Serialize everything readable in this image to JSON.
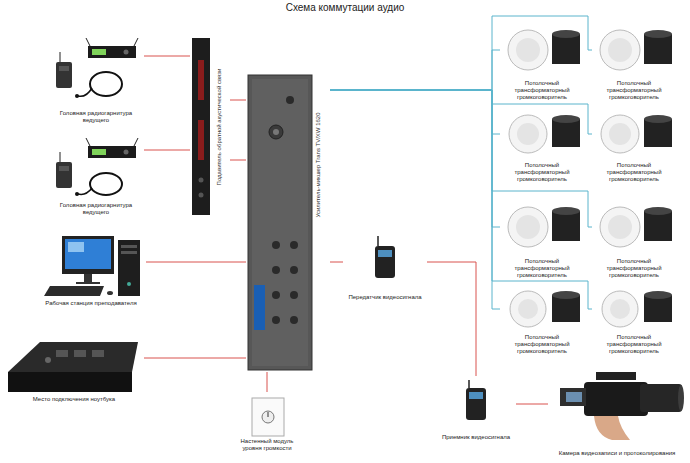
{
  "diagram": {
    "title": "Схема коммутации аудио",
    "nodes": [
      {
        "text": [
          "Головная радиогарнитура ведущего"
        ]
      },
      {
        "text": [
          "Головная радиогарнитура ведущего"
        ]
      },
      {
        "text": [
          "Рабочая станция преподавателя"
        ]
      },
      {
        "text": [
          "Место подключения ноутбука"
        ]
      },
      {
        "text": [
          "Подавитель обратной акустической связи"
        ]
      },
      {
        "text": [
          "Усилитель-микшер Trans TV/XW 1620"
        ]
      },
      {
        "text": [
          "Настенный модуль уровня громкости"
        ]
      },
      {
        "text": [
          "Передатчик видеосигнала"
        ]
      },
      {
        "text": [
          "Приемник видеосигнала"
        ]
      },
      {
        "text": [
          "Камера видеозаписи и протоколирования"
        ]
      },
      {
        "text": [
          "Потолочный трансформаторный громкоговоритель"
        ]
      },
      {
        "text": [
          "Потолочный трансформаторный громкоговоритель"
        ]
      },
      {
        "text": [
          "Потолочный трансформаторный громкоговоритель"
        ]
      },
      {
        "text": [
          "Потолочный трансформаторный громкоговоритель"
        ]
      },
      {
        "text": [
          "Потолочный трансформаторный громкоговоритель"
        ]
      },
      {
        "text": [
          "Потолочный трансформаторный громкоговоритель"
        ]
      },
      {
        "text": [
          "Потолочный трансформаторный громкоговоритель"
        ]
      },
      {
        "text": [
          "Потолочный трансформаторный громкоговоритель"
        ]
      }
    ],
    "edges": [
      {
        "from": 0,
        "to": 4,
        "arrow": "none"
      },
      {
        "from": 1,
        "to": 4,
        "arrow": "none"
      },
      {
        "from": 4,
        "to": 5,
        "arrow": "none"
      },
      {
        "from": 4,
        "to": 5,
        "arrow": "none"
      },
      {
        "from": 2,
        "to": 5,
        "arrow": "none"
      },
      {
        "from": 3,
        "to": 5,
        "arrow": "none"
      },
      {
        "from": 6,
        "to": 5,
        "arrow": "none"
      },
      {
        "from": 5,
        "to": 7,
        "arrow": "none"
      },
      {
        "from": 7,
        "to": 8,
        "arrow": "none"
      },
      {
        "from": 8,
        "to": 9,
        "arrow": "none"
      },
      {
        "from": 5,
        "to": 10,
        "arrow": "none"
      },
      {
        "from": 5,
        "to": 11,
        "arrow": "none"
      },
      {
        "from": 5,
        "to": 12,
        "arrow": "none"
      },
      {
        "from": 5,
        "to": 13,
        "arrow": "none"
      },
      {
        "from": 5,
        "to": 14,
        "arrow": "none"
      },
      {
        "from": 5,
        "to": 15,
        "arrow": "none"
      },
      {
        "from": 5,
        "to": 16,
        "arrow": "none"
      },
      {
        "from": 5,
        "to": 17,
        "arrow": "none"
      }
    ]
  }
}
